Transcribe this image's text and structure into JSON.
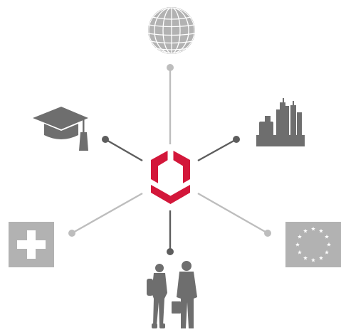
{
  "diagram": {
    "center": {
      "icon": "red-hexagon-logo-icon"
    },
    "spokes": [
      {
        "id": "top",
        "icon": "globe-icon",
        "shade": "light"
      },
      {
        "id": "upper-right",
        "icon": "industrial-plant-icon",
        "shade": "dark"
      },
      {
        "id": "lower-right",
        "icon": "eu-flag-icon",
        "shade": "light"
      },
      {
        "id": "bottom",
        "icon": "business-people-icon",
        "shade": "dark"
      },
      {
        "id": "lower-left",
        "icon": "swiss-flag-icon",
        "shade": "light"
      },
      {
        "id": "upper-left",
        "icon": "graduation-cap-icon",
        "shade": "dark"
      }
    ]
  },
  "colors": {
    "accent_red": "#d3173a",
    "spoke_light": "#bdbdbd",
    "spoke_dark": "#5d5d5d",
    "icon_light": "#b2b2b2",
    "icon_dark": "#6e6e6e",
    "white": "#ffffff"
  }
}
